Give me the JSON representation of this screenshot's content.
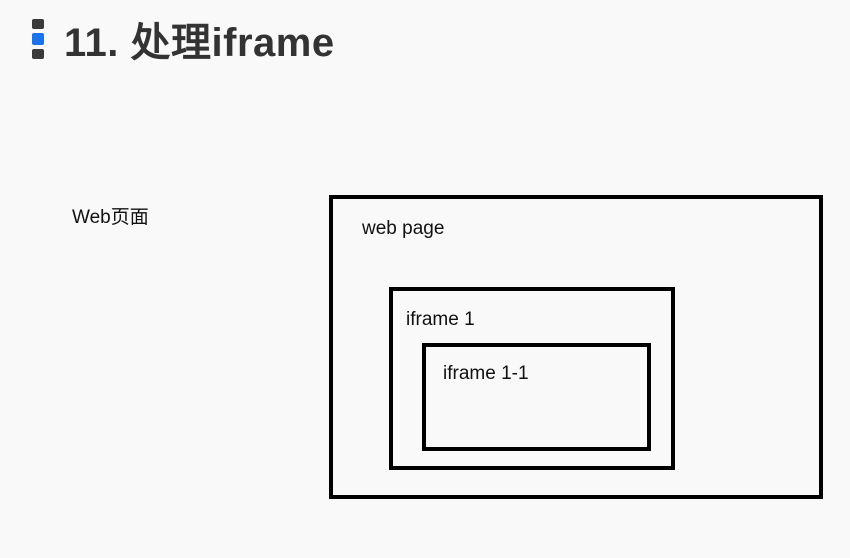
{
  "header": {
    "title": "11. 处理iframe"
  },
  "colors": {
    "marker_dark": "#3a3a3a",
    "marker_accent": "#1a73e8",
    "background": "#f9f9f9",
    "frame_border": "#000000"
  },
  "side_label": "Web页面",
  "diagram": {
    "web_page_label": "web page",
    "iframe_1_label": "iframe 1",
    "iframe_1_1_label": "iframe 1-1"
  }
}
